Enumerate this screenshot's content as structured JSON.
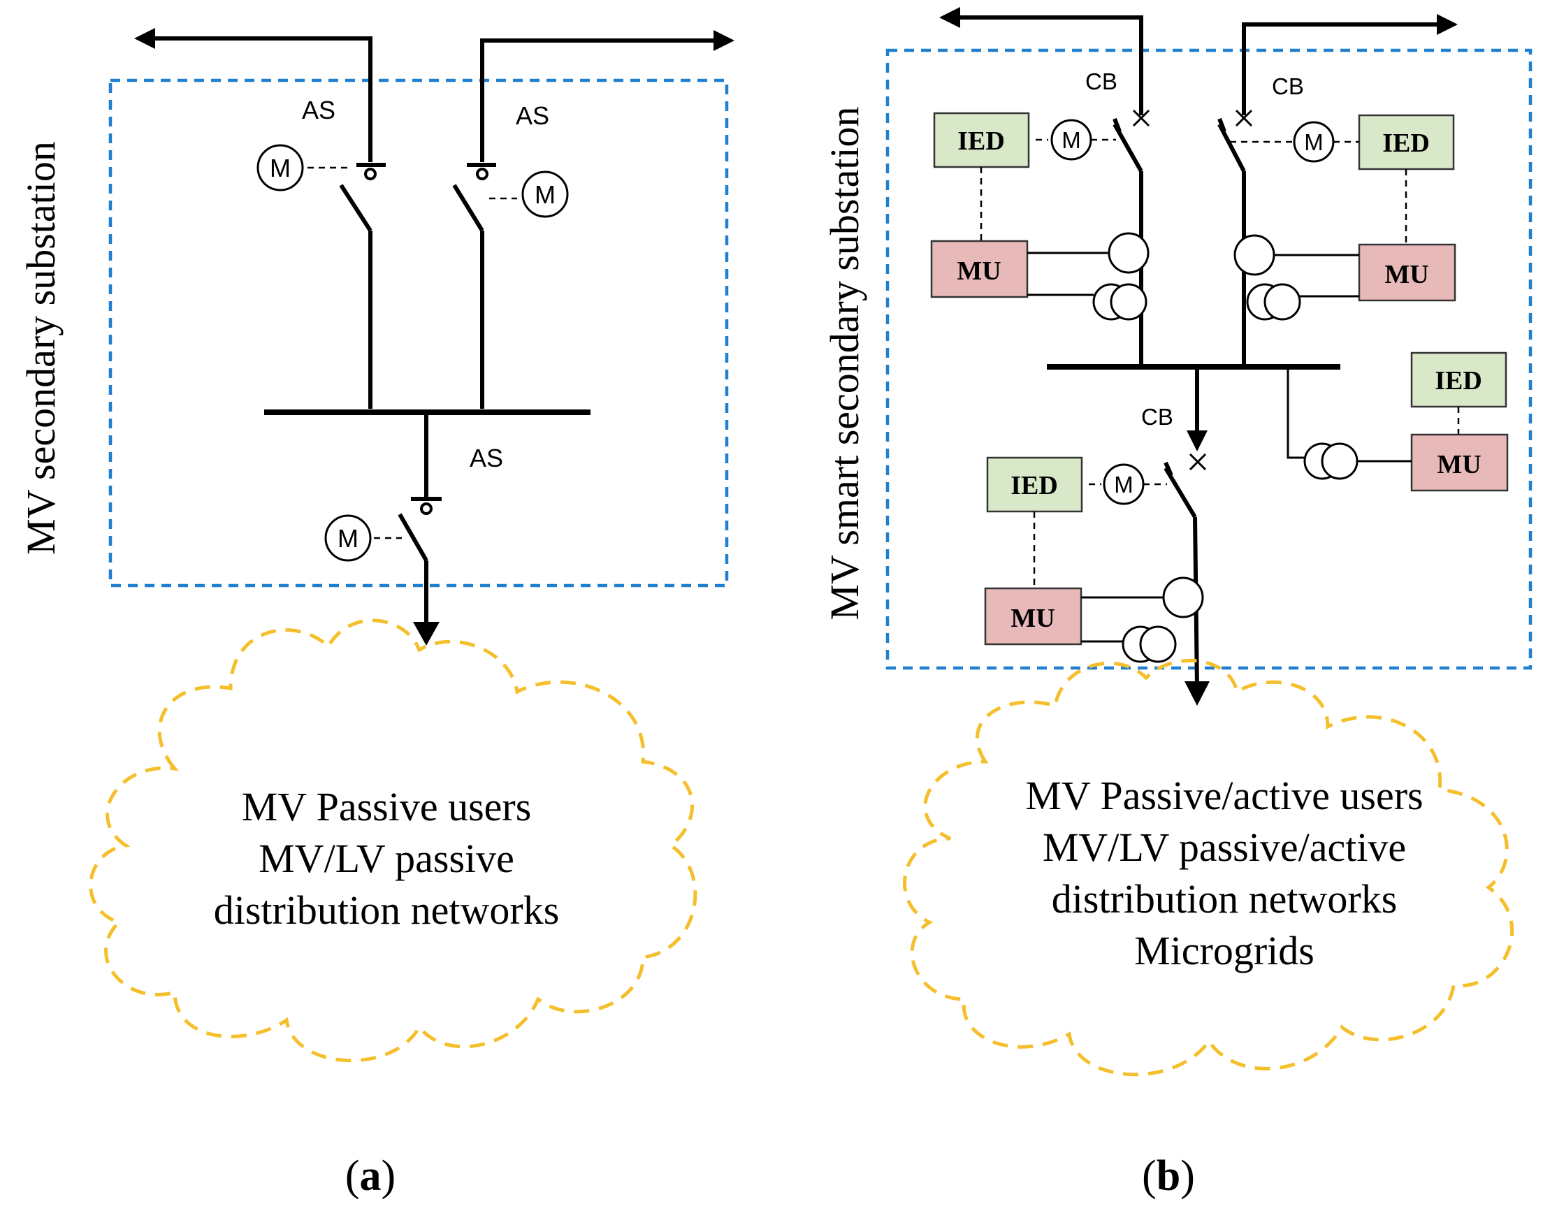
{
  "panel_a": {
    "side_label": "MV secondary substation",
    "switch_labels": [
      "AS",
      "AS",
      "AS"
    ],
    "motor_label": "M",
    "cloud_lines": [
      "MV Passive users",
      "MV/LV passive",
      "distribution networks"
    ],
    "caption_open": "(",
    "caption_letter": "a",
    "caption_close": ")"
  },
  "panel_b": {
    "side_label": "MV smart secondary substation",
    "breaker_labels": [
      "CB",
      "CB",
      "CB"
    ],
    "motor_label": "M",
    "ied_label": "IED",
    "mu_label": "MU",
    "cloud_lines": [
      "MV Passive/active users",
      "MV/LV passive/active",
      "distribution networks",
      "Microgrids"
    ],
    "caption_open": "(",
    "caption_letter": "b",
    "caption_close": ")"
  },
  "colors": {
    "frame": "#1f7fd0",
    "cloud": "#f5bf2c",
    "ied_fill": "#d9e8c8",
    "mu_fill": "#e8b9b9"
  }
}
